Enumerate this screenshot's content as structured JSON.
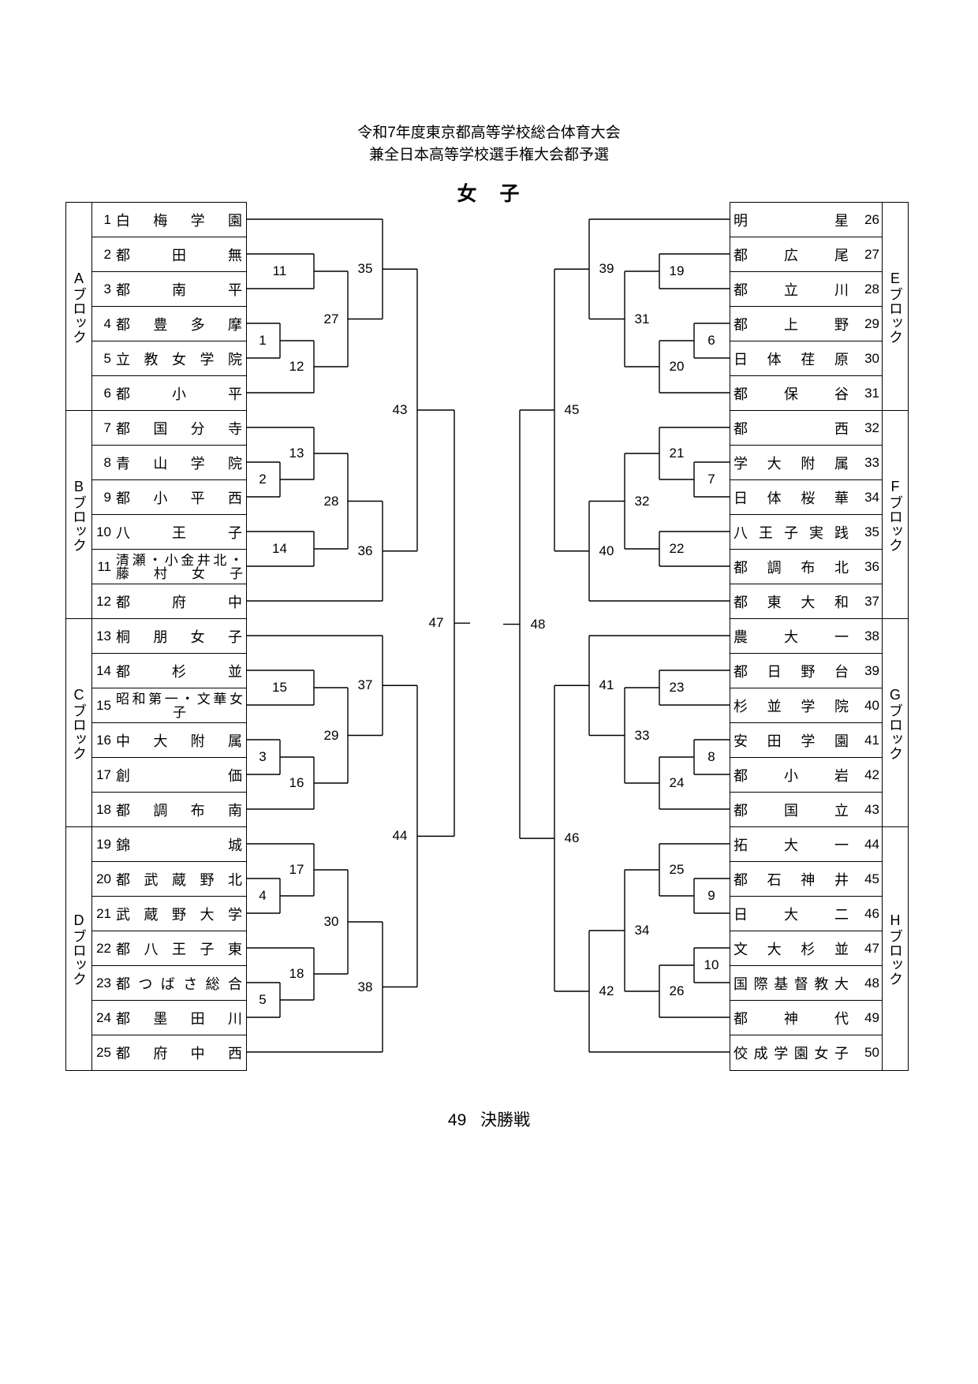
{
  "title": {
    "line1": "令和7年度東京都高等学校総合体育大会",
    "line2": "兼全日本高等学校選手権大会都予選",
    "category": "女　子"
  },
  "final": {
    "number": "49",
    "label": "決勝戦"
  },
  "blocks": [
    {
      "name": "A",
      "suffix": "ブロック"
    },
    {
      "name": "B",
      "suffix": "ブロック"
    },
    {
      "name": "C",
      "suffix": "ブロック"
    },
    {
      "name": "D",
      "suffix": "ブロック"
    },
    {
      "name": "E",
      "suffix": "ブロック"
    },
    {
      "name": "F",
      "suffix": "ブロック"
    },
    {
      "name": "G",
      "suffix": "ブロック"
    },
    {
      "name": "H",
      "suffix": "ブロック"
    }
  ],
  "left_teams": [
    {
      "seed": "1",
      "school": "白梅学園"
    },
    {
      "seed": "2",
      "school": "都田無"
    },
    {
      "seed": "3",
      "school": "都南平"
    },
    {
      "seed": "4",
      "school": "都豊多摩"
    },
    {
      "seed": "5",
      "school": "立教女学院"
    },
    {
      "seed": "6",
      "school": "都小平"
    },
    {
      "seed": "7",
      "school": "都国分寺"
    },
    {
      "seed": "8",
      "school": "青山学院"
    },
    {
      "seed": "9",
      "school": "都小平西"
    },
    {
      "seed": "10",
      "school": "八王子"
    },
    {
      "seed": "11",
      "school": "清瀬・小金井北・",
      "school2": "藤村女子"
    },
    {
      "seed": "12",
      "school": "都府中"
    },
    {
      "seed": "13",
      "school": "桐朋女子"
    },
    {
      "seed": "14",
      "school": "都杉並"
    },
    {
      "seed": "15",
      "school": "昭和第一・文華女",
      "school2": "子"
    },
    {
      "seed": "16",
      "school": "中大附属"
    },
    {
      "seed": "17",
      "school": "創価"
    },
    {
      "seed": "18",
      "school": "都調布南"
    },
    {
      "seed": "19",
      "school": "錦城"
    },
    {
      "seed": "20",
      "school": "都武蔵野北"
    },
    {
      "seed": "21",
      "school": "武蔵野大学"
    },
    {
      "seed": "22",
      "school": "都八王子東"
    },
    {
      "seed": "23",
      "school": "都つばさ総合"
    },
    {
      "seed": "24",
      "school": "都墨田川"
    },
    {
      "seed": "25",
      "school": "都府中西"
    }
  ],
  "right_teams": [
    {
      "seed": "26",
      "school": "明星"
    },
    {
      "seed": "27",
      "school": "都広尾"
    },
    {
      "seed": "28",
      "school": "都立川"
    },
    {
      "seed": "29",
      "school": "都上野"
    },
    {
      "seed": "30",
      "school": "日体荏原"
    },
    {
      "seed": "31",
      "school": "都保谷"
    },
    {
      "seed": "32",
      "school": "都西"
    },
    {
      "seed": "33",
      "school": "学大附属"
    },
    {
      "seed": "34",
      "school": "日体桜華"
    },
    {
      "seed": "35",
      "school": "八王子実践"
    },
    {
      "seed": "36",
      "school": "都調布北"
    },
    {
      "seed": "37",
      "school": "都東大和"
    },
    {
      "seed": "38",
      "school": "農大一"
    },
    {
      "seed": "39",
      "school": "都日野台"
    },
    {
      "seed": "40",
      "school": "杉並学院"
    },
    {
      "seed": "41",
      "school": "安田学園"
    },
    {
      "seed": "42",
      "school": "都小岩"
    },
    {
      "seed": "43",
      "school": "都国立"
    },
    {
      "seed": "44",
      "school": "拓大一"
    },
    {
      "seed": "45",
      "school": "都石神井"
    },
    {
      "seed": "46",
      "school": "日大二"
    },
    {
      "seed": "47",
      "school": "文大杉並"
    },
    {
      "seed": "48",
      "school": "国際基督教大"
    },
    {
      "seed": "49",
      "school": "都神代"
    },
    {
      "seed": "50",
      "school": "佼成学園女子"
    }
  ],
  "match_numbers": [
    "1",
    "2",
    "3",
    "4",
    "5",
    "6",
    "7",
    "8",
    "9",
    "10",
    "11",
    "12",
    "13",
    "14",
    "15",
    "16",
    "17",
    "18",
    "19",
    "20",
    "21",
    "22",
    "23",
    "24",
    "25",
    "26",
    "27",
    "28",
    "29",
    "30",
    "31",
    "32",
    "33",
    "34",
    "35",
    "36",
    "37",
    "38",
    "39",
    "40",
    "41",
    "42",
    "43",
    "44",
    "45",
    "46",
    "47",
    "48"
  ]
}
